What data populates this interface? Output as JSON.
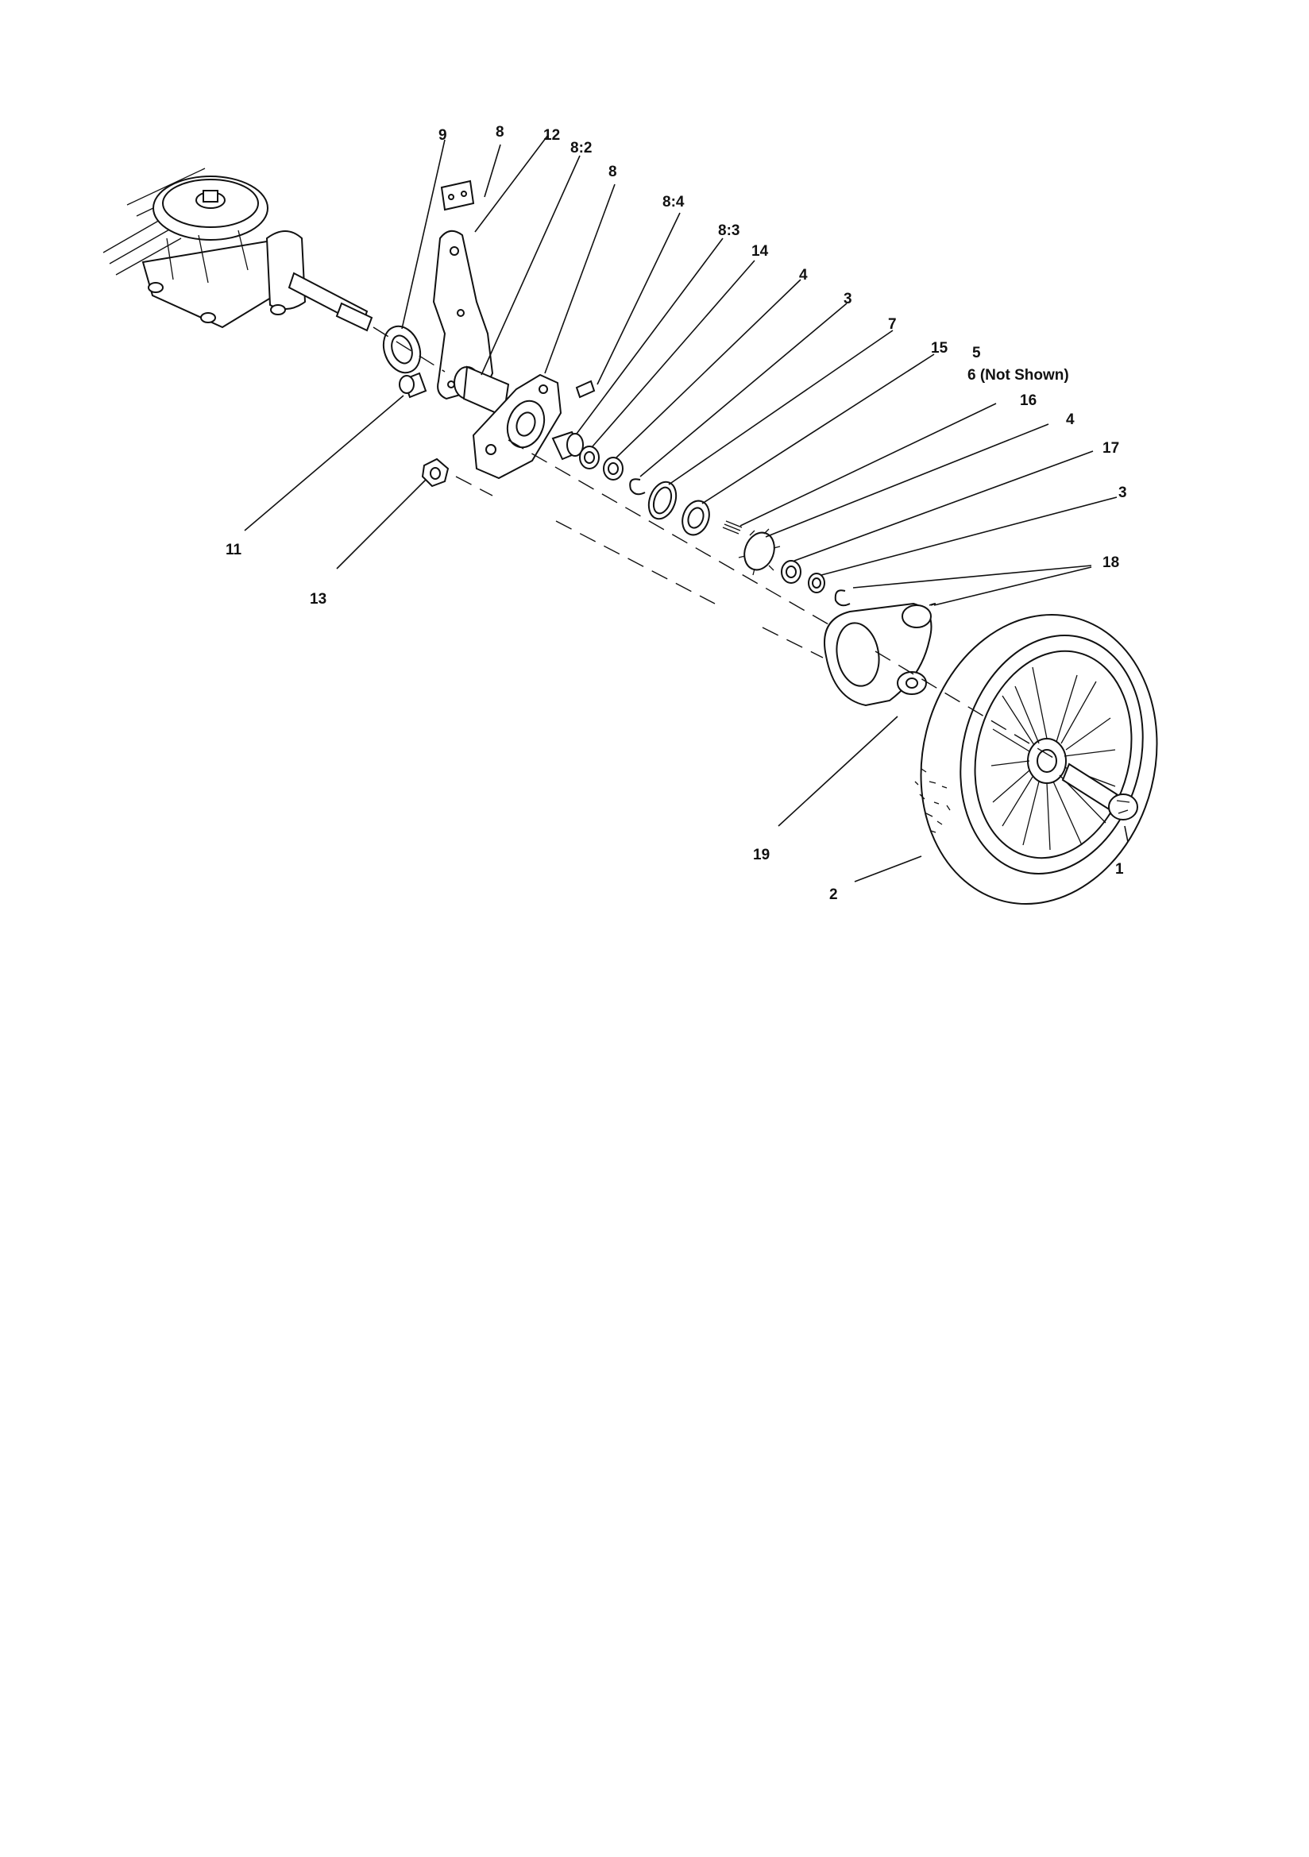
{
  "diagram": {
    "callouts": {
      "c1": "1",
      "c2": "2",
      "c3a": "3",
      "c3b": "3",
      "c4a": "4",
      "c4b": "4",
      "c5": "5",
      "c6": "6 (Not Shown)",
      "c7": "7",
      "c8a": "8",
      "c8b": "8",
      "c8_2": "8:2",
      "c8_3": "8:3",
      "c8_4": "8:4",
      "c9": "9",
      "c11": "11",
      "c12": "12",
      "c13": "13",
      "c14": "14",
      "c15": "15",
      "c16": "16",
      "c17": "17",
      "c18": "18",
      "c19": "19"
    }
  }
}
